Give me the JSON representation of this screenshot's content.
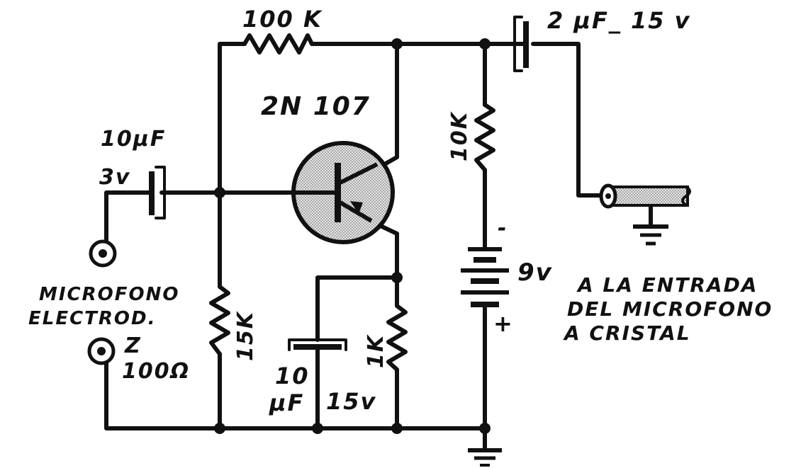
{
  "labels": {
    "r_feedback": "100 K",
    "c_out": "2 μF_ 15 v",
    "transistor": "2N 107",
    "c_in_value": "10μF",
    "c_in_voltage": "3v",
    "r_collector": "10K",
    "battery_minus": "-",
    "battery_voltage": "9v",
    "battery_plus": "+",
    "mic_line1": "MICROFONO",
    "mic_line2": "ELECTROD.",
    "impedance_line1": "Z",
    "impedance_line2": "100Ω",
    "r_base": "15K",
    "c_emitter_value": "10",
    "c_emitter_unit": "μF",
    "c_emitter_voltage": "15v",
    "r_emitter": "1K",
    "output_line1": "A LA ENTRADA",
    "output_line2": "DEL MICROFONO",
    "output_line3": "A CRISTAL"
  }
}
